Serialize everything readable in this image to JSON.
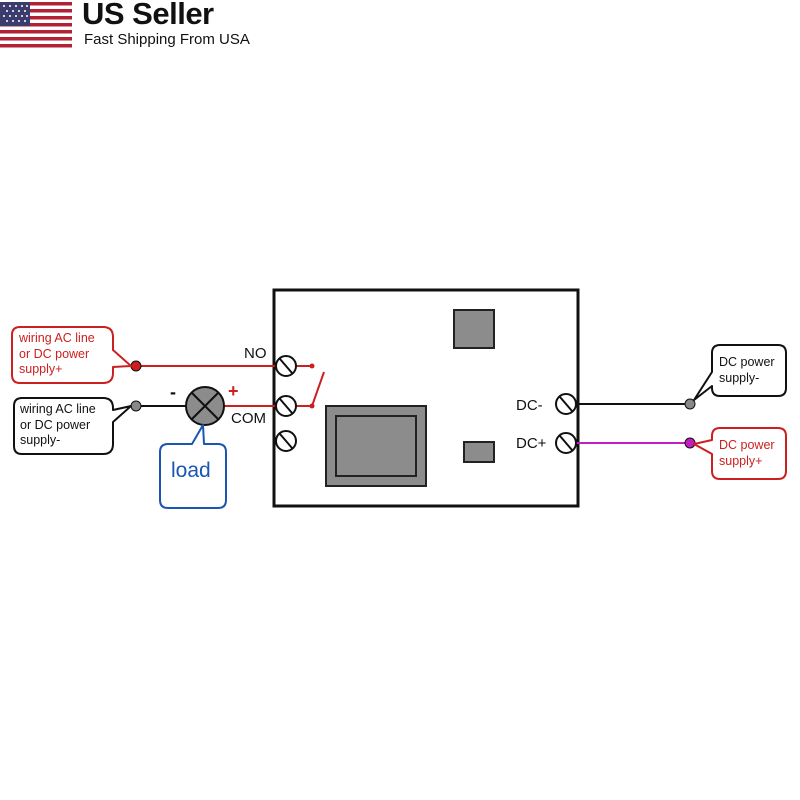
{
  "banner": {
    "title": "US Seller",
    "subtitle": "Fast Shipping From USA"
  },
  "terminals": {
    "no_label": "NO",
    "com_label": "COM",
    "dc_minus_label": "DC-",
    "dc_plus_label": "DC+"
  },
  "load": {
    "minus_sign": "-",
    "plus_sign": "+",
    "label": "load"
  },
  "callouts": {
    "ac_line_plus": [
      "wiring AC line",
      "or DC power",
      "supply+"
    ],
    "ac_line_minus": [
      "wiring AC line",
      "or DC power",
      "supply-"
    ],
    "dc_minus": [
      "DC power",
      "supply-"
    ],
    "dc_plus": [
      "DC power",
      "supply+"
    ]
  },
  "colors": {
    "red_wire": "#cc1f1f",
    "black_wire": "#111111",
    "magenta_wire": "#c21fc2",
    "load_blue": "#1b55b3",
    "component_gray": "#8c8c8c"
  }
}
